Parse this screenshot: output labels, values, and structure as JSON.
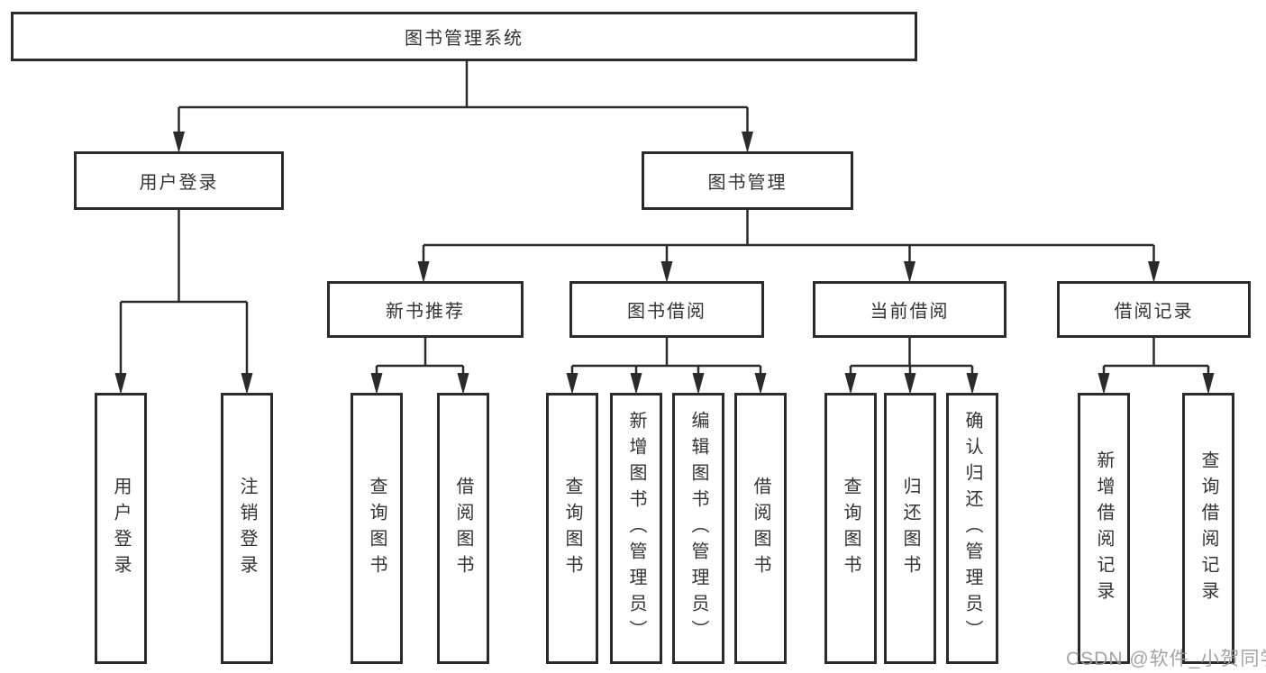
{
  "tree": {
    "label": "图书管理系统",
    "children": [
      {
        "label": "用户登录",
        "children": [
          {
            "label": "用户登录"
          },
          {
            "label": "注销登录"
          }
        ]
      },
      {
        "label": "图书管理",
        "children": [
          {
            "label": "新书推荐",
            "children": [
              {
                "label": "查询图书"
              },
              {
                "label": "借阅图书"
              }
            ]
          },
          {
            "label": "图书借阅",
            "children": [
              {
                "label": "查询图书"
              },
              {
                "label": "新增图书（管理员）"
              },
              {
                "label": "编辑图书（管理员）"
              },
              {
                "label": "借阅图书"
              }
            ]
          },
          {
            "label": "当前借阅",
            "children": [
              {
                "label": "查询图书"
              },
              {
                "label": "归还图书"
              },
              {
                "label": "确认归还（管理员）"
              }
            ]
          },
          {
            "label": "借阅记录",
            "children": [
              {
                "label": "新增借阅记录"
              },
              {
                "label": "查询借阅记录"
              }
            ]
          }
        ]
      }
    ]
  },
  "watermark": {
    "text": "CSDN @软件_小贺同学"
  },
  "colors": {
    "line": "#2b2b2b",
    "box_border": "#2b2b2b",
    "text": "#333333",
    "watermark": "#9c9c9c",
    "background": "#ffffff"
  }
}
